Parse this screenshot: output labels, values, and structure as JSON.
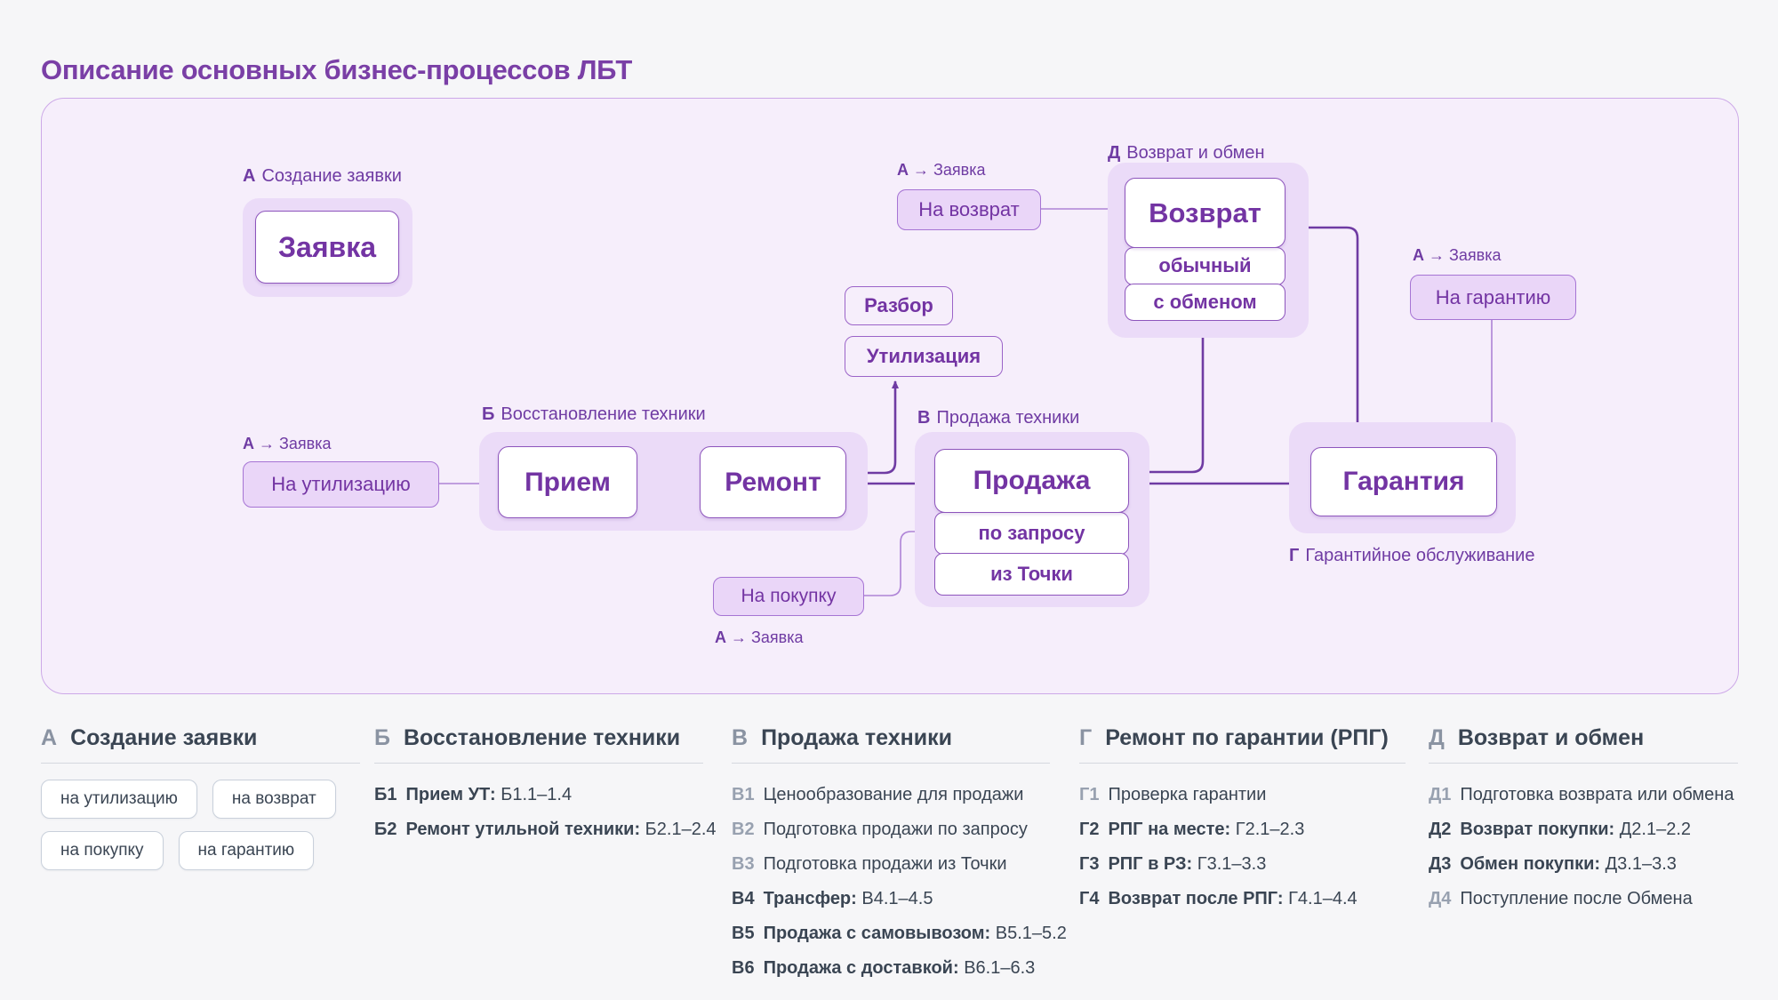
{
  "title": "Описание основных бизнес-процессов ЛБТ",
  "diagram": {
    "tag": {
      "bold": "А",
      "rest": "→ Заявка"
    },
    "a": {
      "prefix": "А",
      "label": "Создание заявки",
      "box": "Заявка"
    },
    "b": {
      "prefix": "Б",
      "label": "Восстановление техники",
      "box1": "Прием",
      "box2": "Ремонт"
    },
    "v": {
      "prefix": "В",
      "label": "Продажа техники",
      "box": "Продажа",
      "row1": "по запросу",
      "row2": "из Точки"
    },
    "g": {
      "prefix": "Г",
      "label": "Гарантийное обслуживание",
      "box": "Гарантия"
    },
    "d": {
      "prefix": "Д",
      "label": "Возврат и обмен",
      "box": "Возврат",
      "row1": "обычный",
      "row2": "с обменом"
    },
    "pills": {
      "util": "На утилизацию",
      "vozvrat": "На возврат",
      "pokupka": "На покупку",
      "garantiya": "На гарантию"
    },
    "free": {
      "razbor": "Разбор",
      "utilizaciya": "Утилизация"
    }
  },
  "colors": {
    "accent_purple": "#7334A3",
    "light_purple_block": "#EBDBF8",
    "diagram_bg": "#F6EEFB",
    "diagram_border": "#CDA9E8",
    "slate_text": "#3A4553",
    "muted_gray": "#98A1B0"
  },
  "legend": {
    "sections": [
      {
        "prefix": "А",
        "title": "Создание заявки",
        "chips": [
          "на утилизацию",
          "на возврат",
          "на покупку",
          "на гарантию"
        ]
      },
      {
        "prefix": "Б",
        "title": "Восстановление техники",
        "items": [
          {
            "num": "Б1",
            "bold": "Прием УТ:",
            "rest": " Б1.1–1.4"
          },
          {
            "num": "Б2",
            "bold": "Ремонт утильной техники:",
            "rest": " Б2.1–2.4"
          }
        ]
      },
      {
        "prefix": "В",
        "title": "Продажа техники",
        "items": [
          {
            "num": "В1",
            "bold": "",
            "rest": "Ценообразование для продажи"
          },
          {
            "num": "В2",
            "bold": "",
            "rest": "Подготовка продажи по запросу"
          },
          {
            "num": "В3",
            "bold": "",
            "rest": "Подготовка продажи из Точки"
          },
          {
            "num": "В4",
            "bold": "Трансфер:",
            "rest": " В4.1–4.5"
          },
          {
            "num": "В5",
            "bold": "Продажа с самовывозом:",
            "rest": " В5.1–5.2"
          },
          {
            "num": "В6",
            "bold": "Продажа с доставкой:",
            "rest": " В6.1–6.3"
          }
        ]
      },
      {
        "prefix": "Г",
        "title": "Ремонт по гарантии (РПГ)",
        "items": [
          {
            "num": "Г1",
            "bold": "",
            "rest": "Проверка гарантии"
          },
          {
            "num": "Г2",
            "bold": "РПГ на месте:",
            "rest": " Г2.1–2.3"
          },
          {
            "num": "Г3",
            "bold": "РПГ в РЗ:",
            "rest": " Г3.1–3.3"
          },
          {
            "num": "Г4",
            "bold": "Возврат после РПГ:",
            "rest": " Г4.1–4.4"
          }
        ]
      },
      {
        "prefix": "Д",
        "title": "Возврат и обмен",
        "items": [
          {
            "num": "Д1",
            "bold": "",
            "rest": "Подготовка возврата или обмена"
          },
          {
            "num": "Д2",
            "bold": "Возврат покупки:",
            "rest": " Д2.1–2.2"
          },
          {
            "num": "Д3",
            "bold": "Обмен покупки:",
            "rest": " Д3.1–3.3"
          },
          {
            "num": "Д4",
            "bold": "",
            "rest": "Поступление после Обмена"
          }
        ]
      }
    ]
  }
}
